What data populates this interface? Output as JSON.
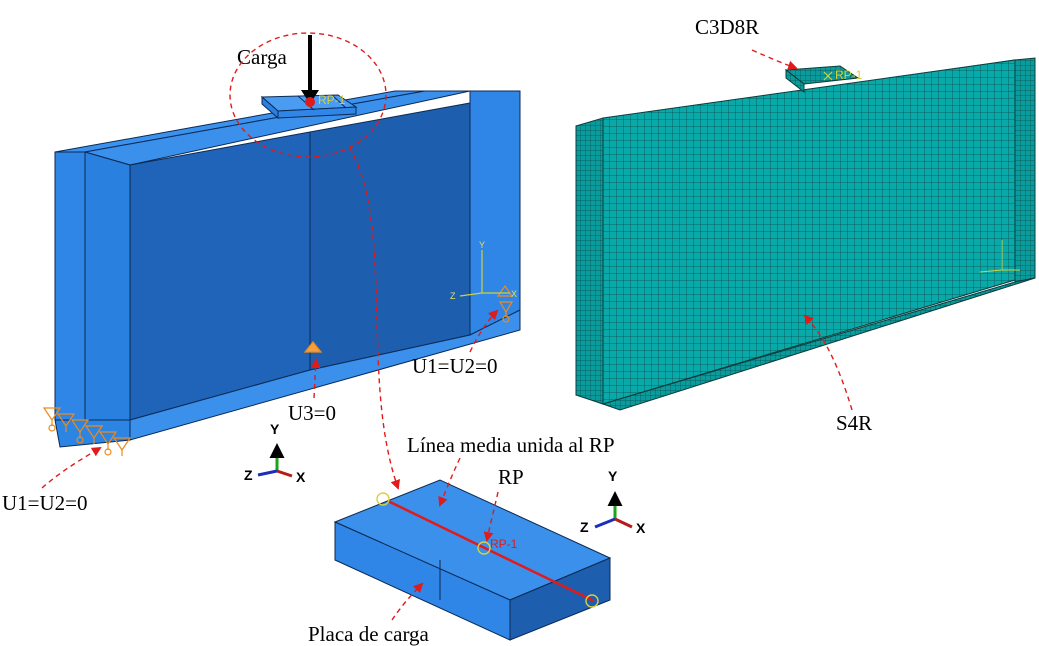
{
  "labels": {
    "carga": "Carga",
    "rp1_left": "RP-1",
    "u1u2_right": "U1=U2=0",
    "u3": "U3=0",
    "u1u2_left": "U1=U2=0",
    "c3d8r": "C3D8R",
    "rp1_mesh": "RP-1",
    "s4r": "S4R",
    "linea_media": "Línea media unida al RP",
    "rp": "RP",
    "rp1_plate": "RP-1",
    "placa": "Placa de carga"
  },
  "triad": {
    "y": "Y",
    "z": "Z",
    "x": "X"
  },
  "small_triad": {
    "y": "Y",
    "z": "Z",
    "x": "X"
  },
  "colors": {
    "model_blue": "#2f86e6",
    "model_face_dark": "#1d5fae",
    "mesh_teal": "#0aa3a3",
    "mesh_lines": "#0a4a4a",
    "annotation_red": "#e21a1a",
    "bc_orange": "#f08a1a",
    "rp_yellow": "#d8d040"
  }
}
